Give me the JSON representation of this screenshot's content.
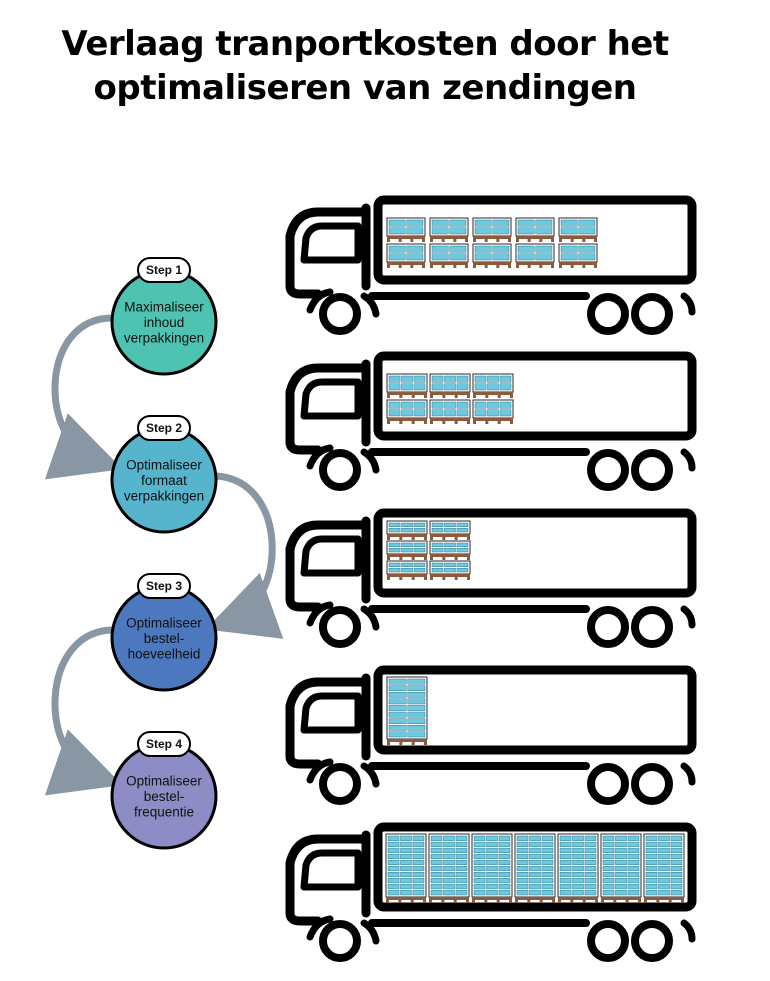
{
  "title": {
    "line1": "Verlaag tranportkosten door het",
    "line2": "optimaliseren van zendingen"
  },
  "steps": [
    {
      "badge": "Step 1",
      "lines": [
        "Maximaliseer",
        "inhoud",
        "verpakkingen"
      ],
      "color": "#4fc3b1"
    },
    {
      "badge": "Step 2",
      "lines": [
        "Optimaliseer",
        "formaat",
        "verpakkingen"
      ],
      "color": "#56b4cc"
    },
    {
      "badge": "Step 3",
      "lines": [
        "Optimaliseer",
        "bestel-",
        "hoeveelheid"
      ],
      "color": "#4b78be"
    },
    {
      "badge": "Step 4",
      "lines": [
        "Optimaliseer",
        "bestel-",
        "frequentie"
      ],
      "color": "#8d8cc4"
    }
  ],
  "colors": {
    "truck_outline": "#000000",
    "box_fill": "#6cc9e0",
    "box_frame": "#2b2b2b",
    "pallet": "#8c5a3c",
    "arrow": "#8897a3"
  },
  "trucks": [
    {
      "cargo": "large-pallets-10"
    },
    {
      "cargo": "medium-pallets-6"
    },
    {
      "cargo": "small-pallets-6"
    },
    {
      "cargo": "single-stack-1"
    },
    {
      "cargo": "full-load-7"
    }
  ]
}
